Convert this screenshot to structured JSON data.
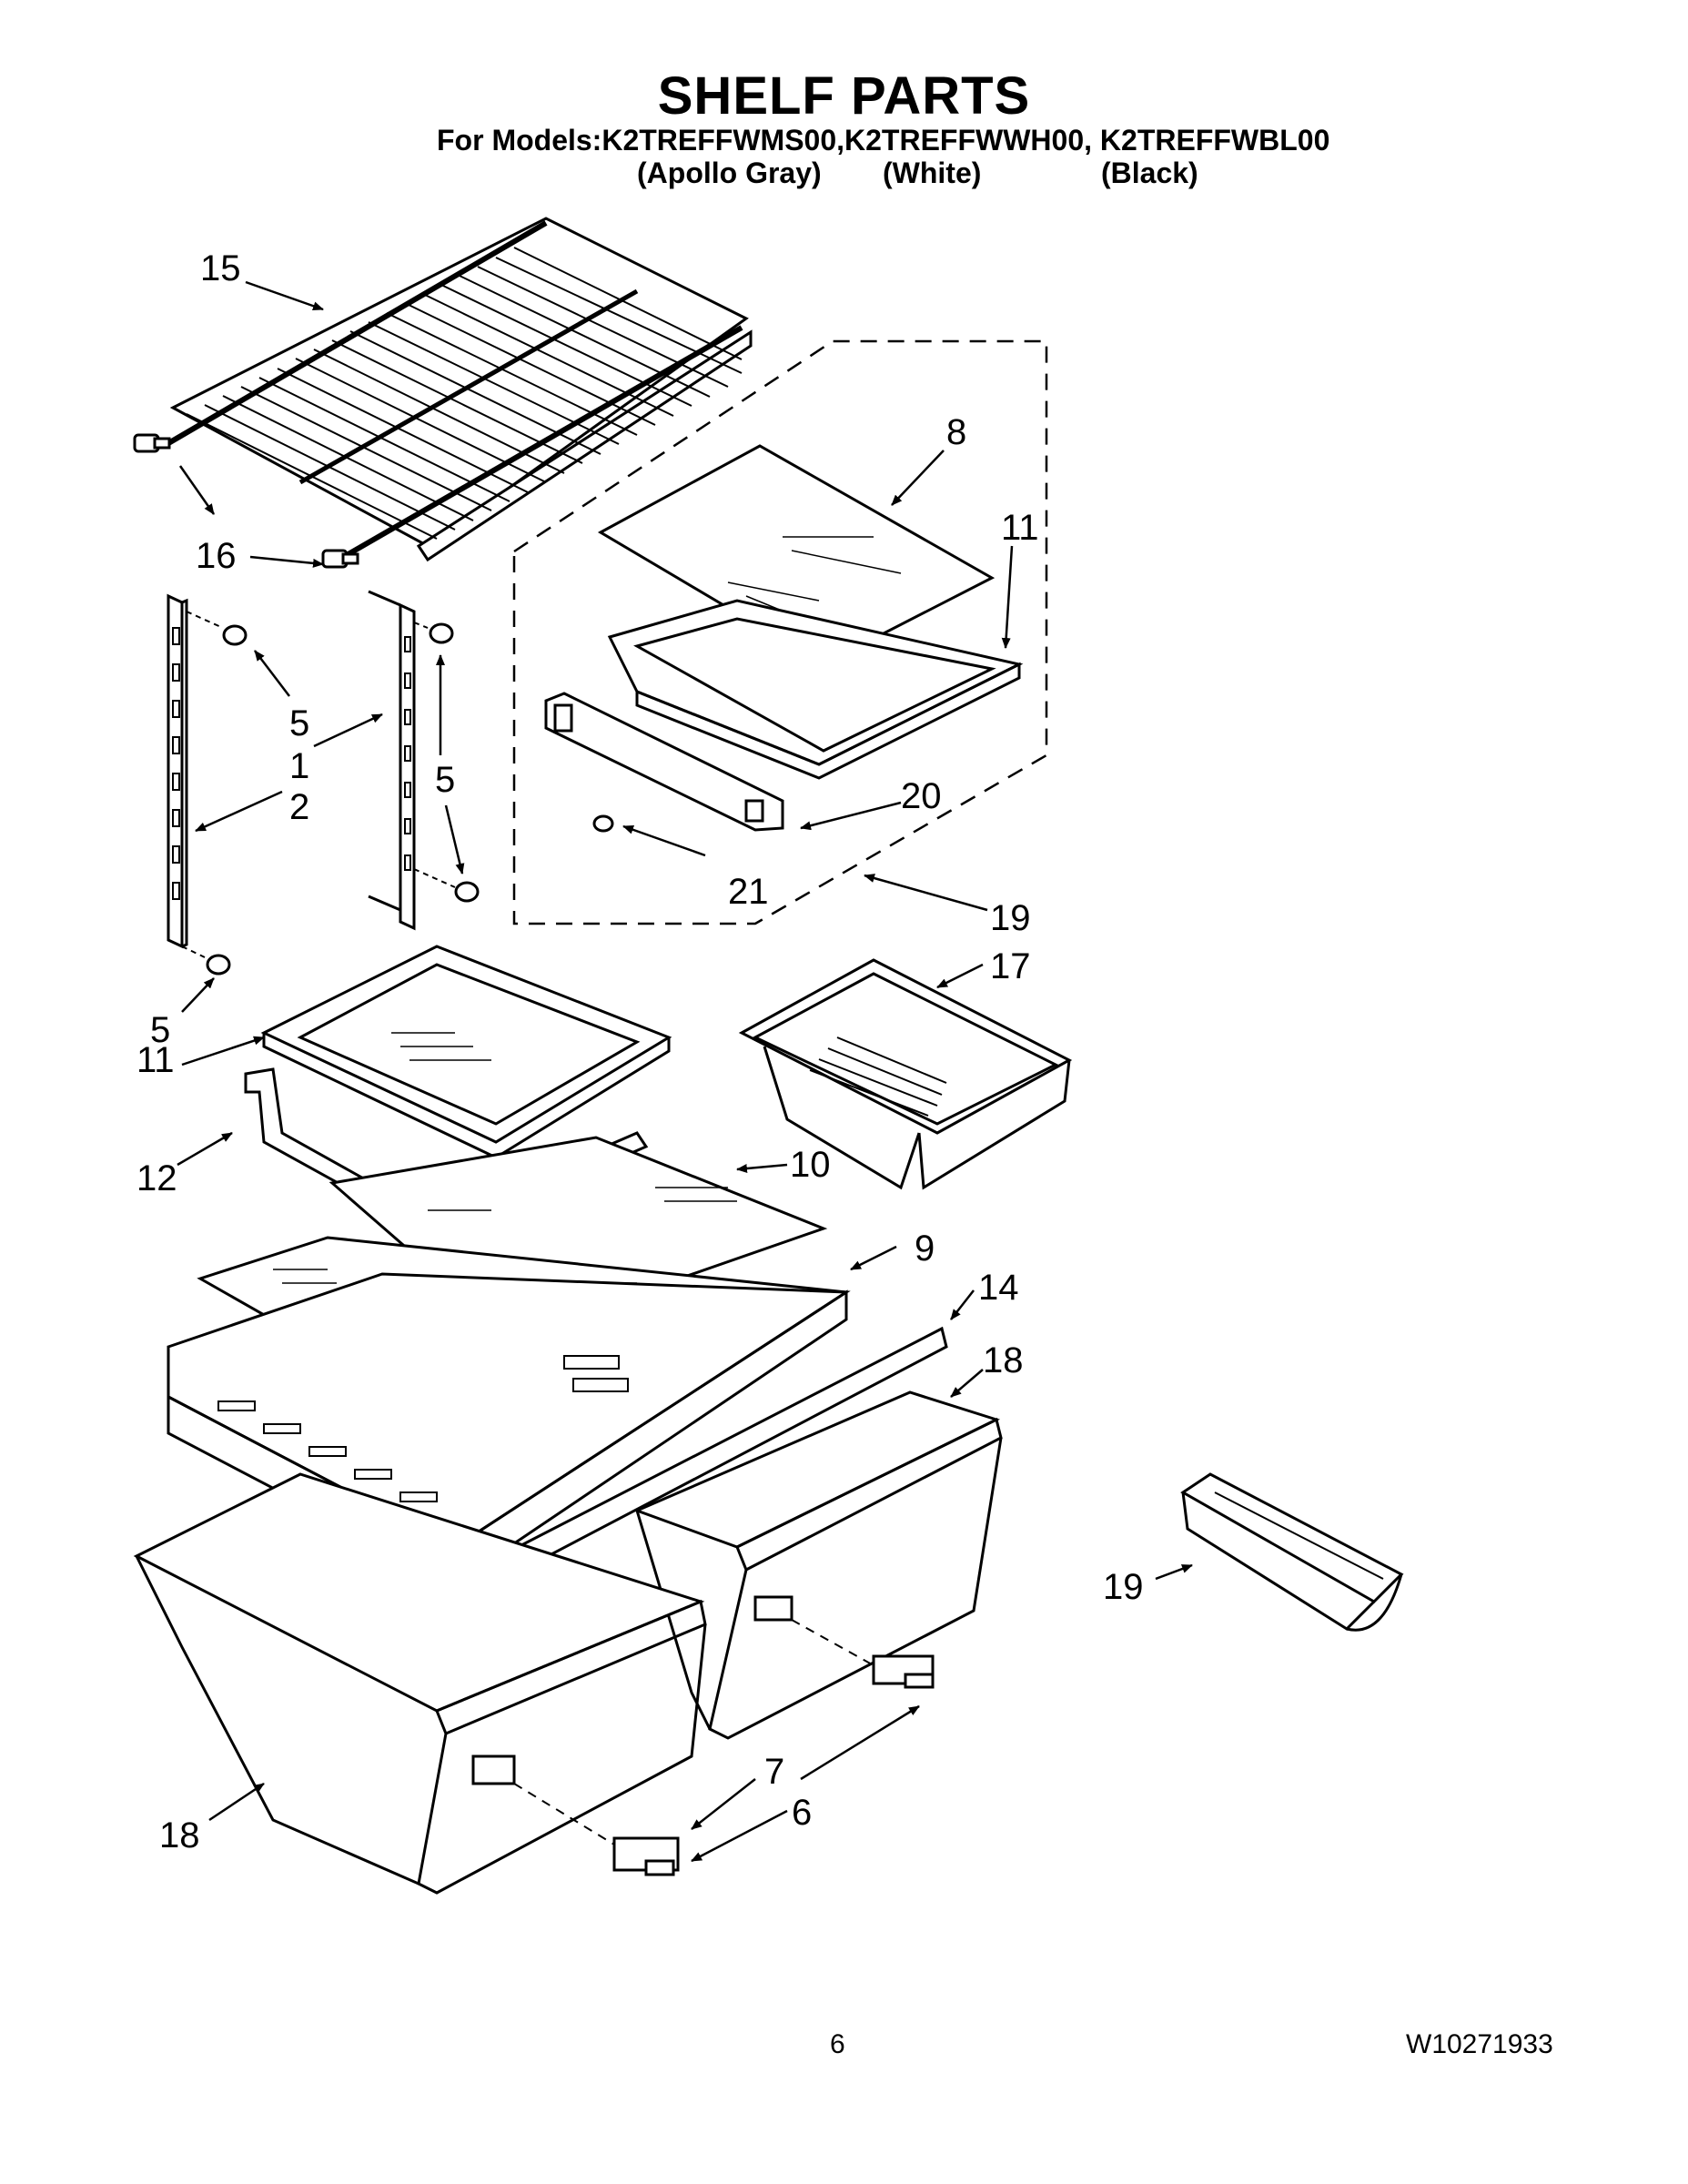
{
  "header": {
    "title": "SHELF PARTS",
    "models_line": "For Models:K2TREFFWMS00,K2TREFFWWH00, K2TREFFWBL00",
    "variants": [
      "(Apollo Gray)",
      "(White)",
      "(Black)"
    ]
  },
  "callouts": {
    "c1": "1",
    "c2": "2",
    "c5a": "5",
    "c5b": "5",
    "c5c": "5",
    "c6": "6",
    "c7": "7",
    "c8": "8",
    "c9": "9",
    "c10": "10",
    "c11a": "11",
    "c11b": "11",
    "c12": "12",
    "c14": "14",
    "c15": "15",
    "c16": "16",
    "c17": "17",
    "c18a": "18",
    "c18b": "18",
    "c19a": "19",
    "c19b": "19",
    "c20": "20",
    "c21": "21"
  },
  "footer": {
    "page_number": "6",
    "document_number": "W10271933"
  }
}
